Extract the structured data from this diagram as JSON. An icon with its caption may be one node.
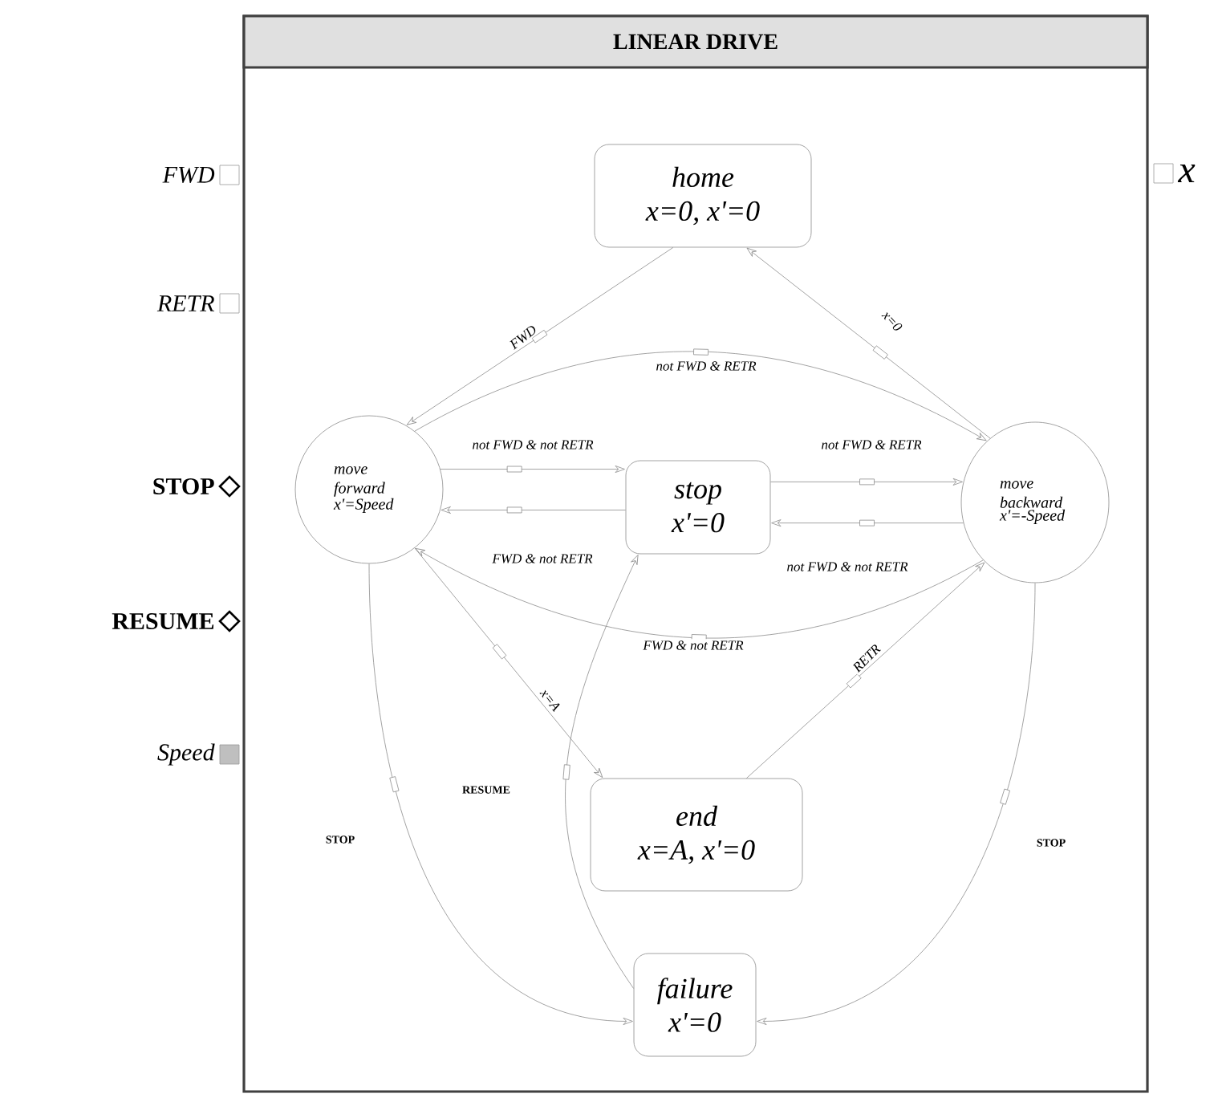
{
  "diagram": {
    "nodes": [
      {
        "text": [
          "LINEAR DRIVE"
        ]
      },
      {
        "text": [
          "home",
          "x=0, x'=0"
        ],
        "in": 0
      },
      {
        "text": [
          "move forward",
          "x'=Speed"
        ],
        "in": 0
      },
      {
        "text": [
          "stop",
          "x'=0"
        ],
        "in": 0
      },
      {
        "text": [
          "move backward",
          "x'=-Speed"
        ],
        "in": 0
      },
      {
        "text": [
          "end",
          "x=A, x'=0"
        ],
        "in": 0
      },
      {
        "text": [
          "failure",
          "x'=0"
        ],
        "in": 0
      }
    ],
    "edges": [
      {
        "from": 1,
        "to": 2,
        "arrow": "to",
        "label": "FWD"
      },
      {
        "from": 4,
        "to": 1,
        "arrow": "to",
        "label": "x=0"
      },
      {
        "from": 2,
        "to": 4,
        "arrow": "to",
        "label": "not FWD & RETR"
      },
      {
        "from": 2,
        "to": 3,
        "arrow": "to",
        "label": "not FWD & not RETR"
      },
      {
        "from": 3,
        "to": 4,
        "arrow": "to",
        "label": "not FWD & RETR"
      },
      {
        "from": 4,
        "to": 3,
        "arrow": "to",
        "label": "not FWD & not RETR"
      },
      {
        "from": 3,
        "to": 2,
        "arrow": "to",
        "label": "FWD & not RETR"
      },
      {
        "from": 4,
        "to": 2,
        "arrow": "to",
        "label": "FWD & not RETR"
      },
      {
        "from": 2,
        "to": 5,
        "arrow": "to",
        "label": "x=A"
      },
      {
        "from": 5,
        "to": 4,
        "arrow": "to",
        "label": "RETR"
      },
      {
        "from": 2,
        "to": 6,
        "arrow": "to",
        "label": "STOP"
      },
      {
        "from": 4,
        "to": 6,
        "arrow": "to",
        "label": "STOP"
      },
      {
        "from": 6,
        "to": 3,
        "arrow": "to",
        "label": "RESUME"
      }
    ],
    "labels": [
      "FWD",
      "RETR",
      "STOP",
      "RESUME",
      "Speed",
      "x"
    ]
  }
}
